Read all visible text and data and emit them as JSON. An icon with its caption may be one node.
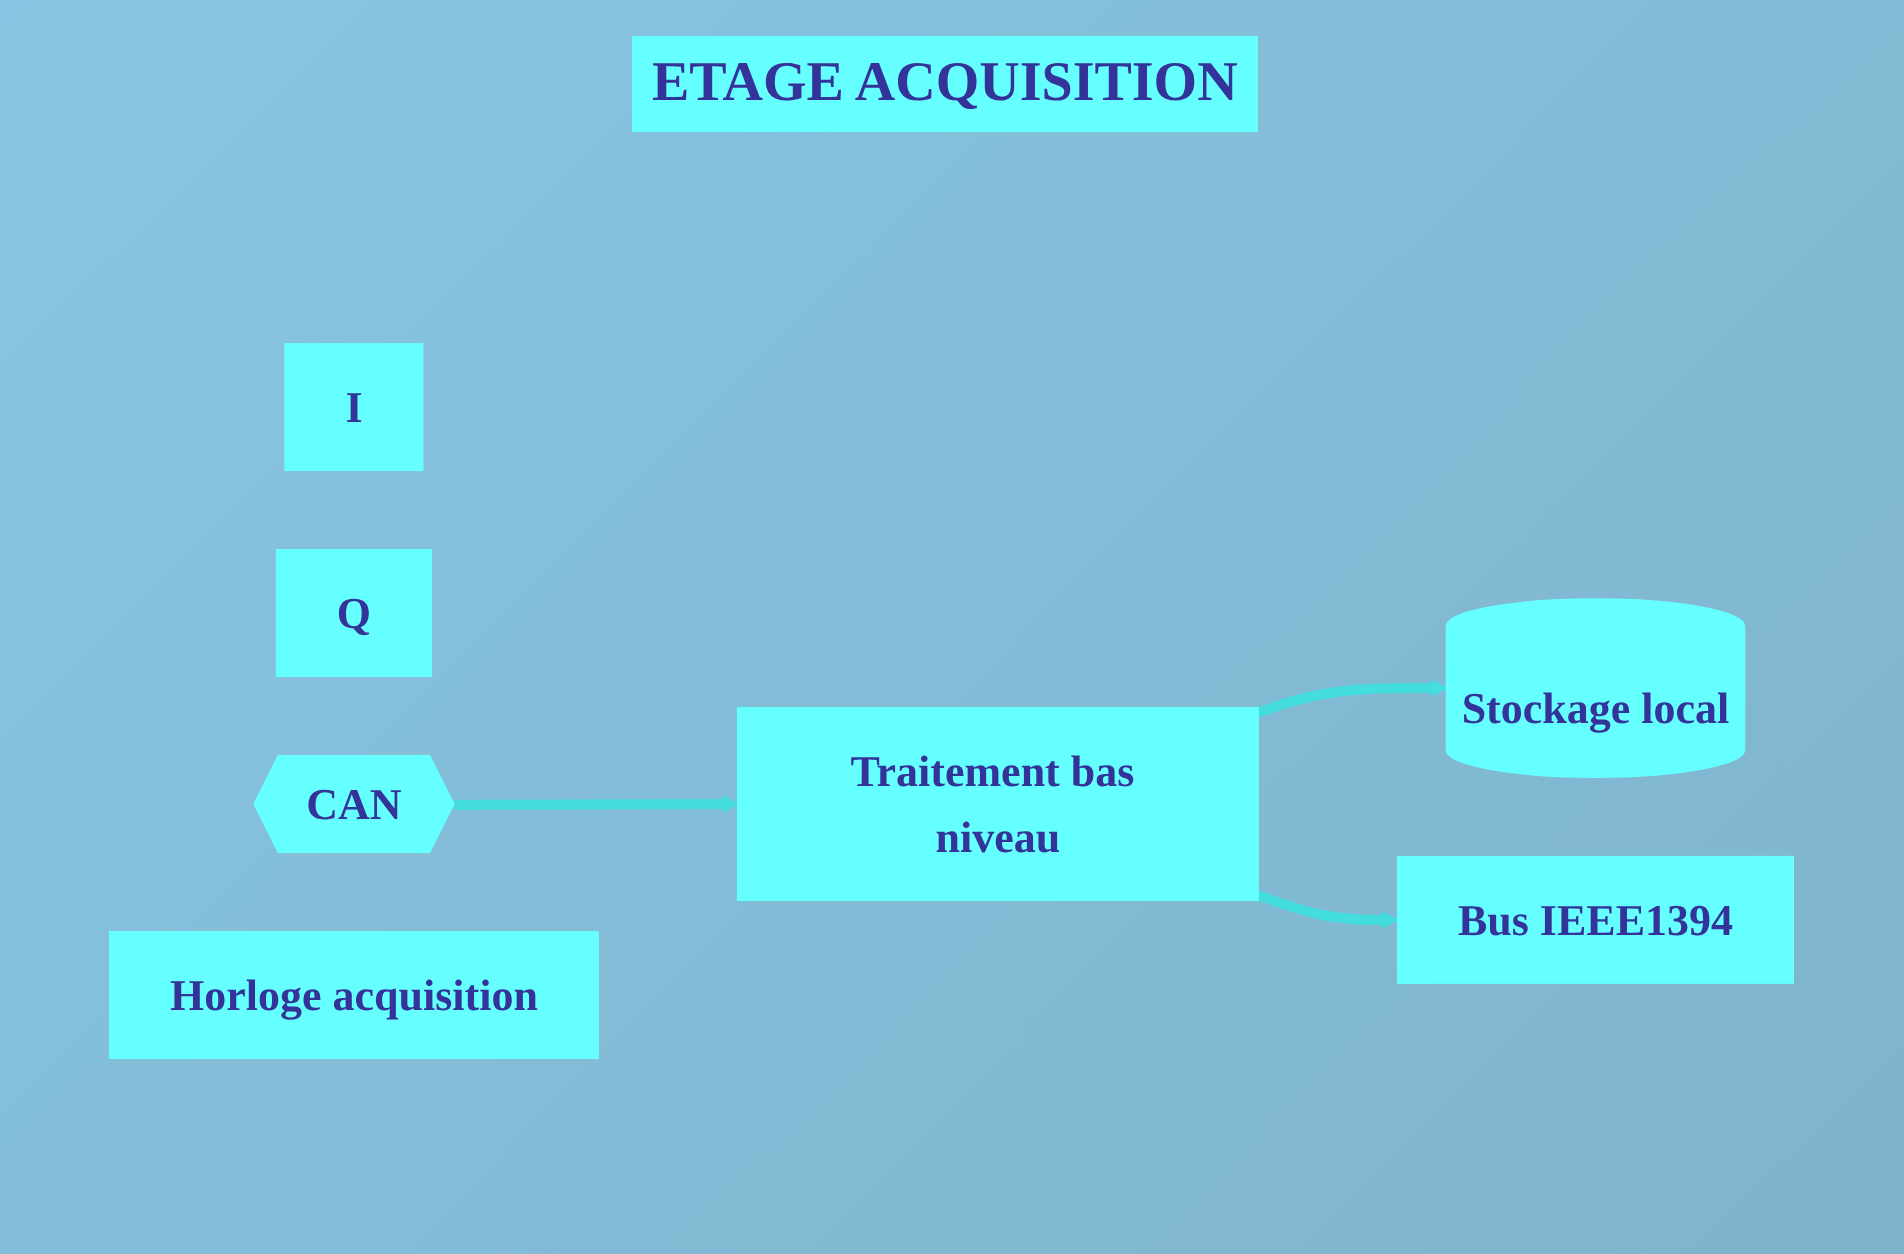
{
  "diagram": {
    "title": "ETAGE ACQUISITION",
    "nodes": [
      {
        "text": [
          "I"
        ]
      },
      {
        "text": [
          "Q"
        ]
      },
      {
        "text": [
          "CAN"
        ]
      },
      {
        "text": [
          "Traitement bas niveau"
        ]
      },
      {
        "text": [
          "Stockage local"
        ]
      },
      {
        "text": [
          "Horloge acquisition"
        ]
      },
      {
        "text": [
          "Bus IEEE1394"
        ]
      }
    ],
    "edges": [
      {
        "from": 2,
        "to": 3,
        "arrow": "to"
      },
      {
        "from": 3,
        "to": 4,
        "arrow": "to"
      },
      {
        "from": 3,
        "to": 6,
        "arrow": "to"
      }
    ]
  }
}
